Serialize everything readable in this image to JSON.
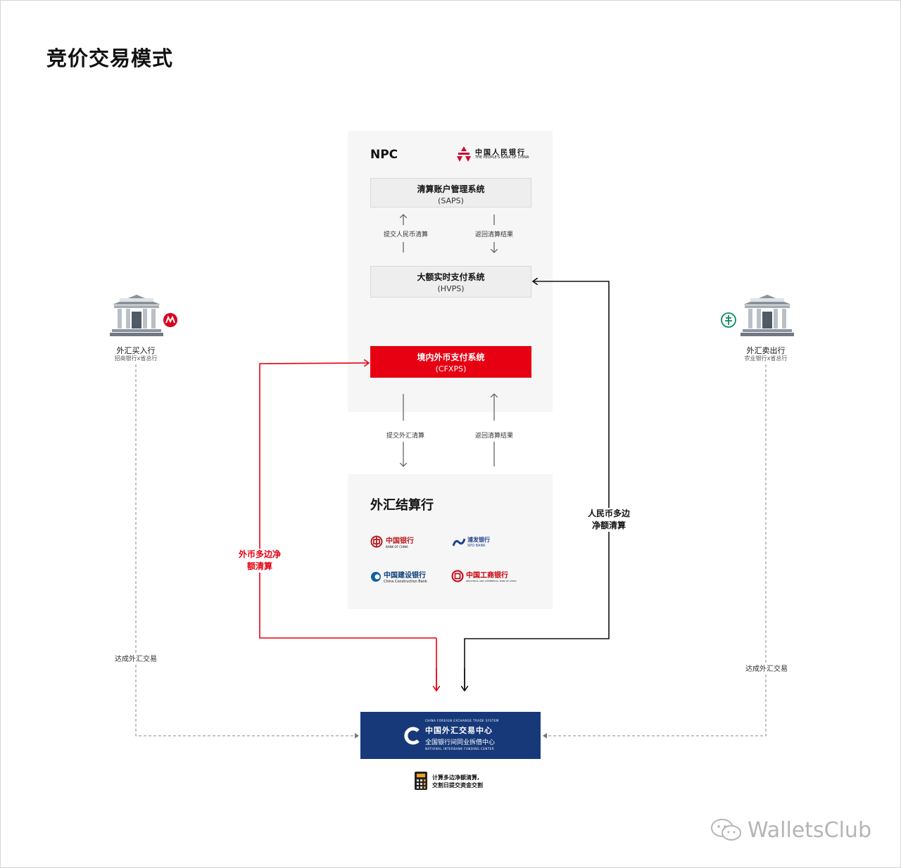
{
  "title": "竞价交易模式",
  "npc": {
    "label": "NPC",
    "pboc_cn": "中国人民银行",
    "pboc_en": "THE PEOPLE'S BANK OF CHINA"
  },
  "saps": {
    "name": "清算账户管理系统",
    "code": "(SAPS)"
  },
  "hvps": {
    "name": "大额实时支付系统",
    "code": "(HVPS)"
  },
  "cfxps": {
    "name": "境内外币支付系统",
    "code": "(CFXPS)"
  },
  "arrows_top": {
    "submit": "提交人民币清算",
    "return": "返回清算结果"
  },
  "arrows_mid": {
    "submit": "提交外汇清算",
    "return": "返回清算结果"
  },
  "settlement": {
    "title": "外汇结算行",
    "banks": [
      {
        "cn": "中国银行",
        "en": "BANK OF CHINA"
      },
      {
        "cn": "浦发银行",
        "en": "SPD BANK"
      },
      {
        "cn": "中国建设银行",
        "en": "China Construction Bank"
      },
      {
        "cn": "中国工商银行",
        "en": "INDUSTRIAL AND COMMERCIAL BANK OF CHINA"
      }
    ]
  },
  "buyer": {
    "name": "外汇买入行",
    "sub": "招商银行x省总行",
    "deal": "达成外汇交易"
  },
  "seller": {
    "name": "外汇卖出行",
    "sub": "农业银行x省总行",
    "deal": "达成外汇交易"
  },
  "fx_net": "外币多边净额清算",
  "rmb_net": "人民币多边净额清算",
  "cfets": {
    "en_top": "CHINA FOREIGN EXCHANGE TRADE SYSTEM",
    "cn_top": "中国外汇交易中心",
    "cn_bottom": "全国银行间同业拆借中心",
    "en_bottom": "NATIONAL INTERBANK FUNDING CENTER"
  },
  "calc_note": {
    "line1": "计算多边净额清算,",
    "line2": "交割日提交资金交割"
  },
  "watermark": "WalletsClub",
  "colors": {
    "red": "#e60012",
    "navy": "#17397a",
    "bank_green": "#0f8a5f"
  }
}
